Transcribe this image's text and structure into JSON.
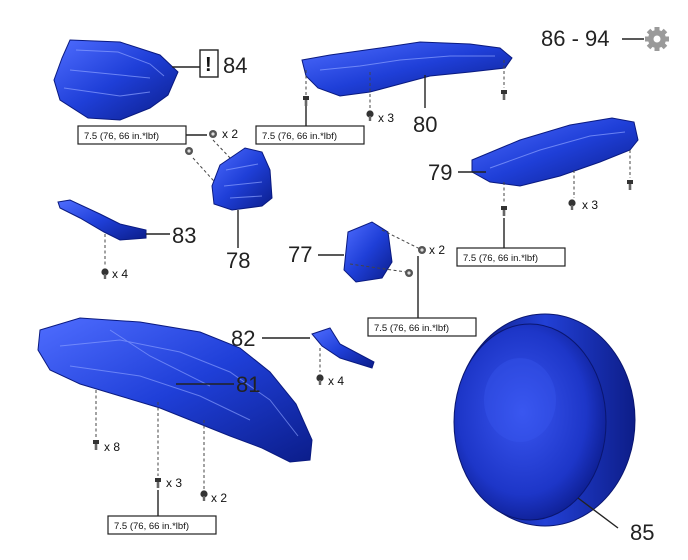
{
  "callouts": {
    "p77": "77",
    "p78": "78",
    "p79": "79",
    "p80": "80",
    "p81": "81",
    "p82": "82",
    "p83": "83",
    "p84": "84",
    "p85": "85",
    "p86_94": "86 - 94"
  },
  "torque_labels": {
    "t1": "7.5 (76, 66 in.*lbf)",
    "t2": "7.5 (76, 66 in.*lbf)",
    "t3": "7.5 (76, 66 in.*lbf)",
    "t4": "7.5 (76, 66 in.*lbf)",
    "t5": "7.5 (76, 66 in.*lbf)"
  },
  "quantities": {
    "q_x2_78": "x 2",
    "q_x3_80": "x 3",
    "q_x3_79": "x 3",
    "q_x2_77": "x 2",
    "q_x4_83": "x 4",
    "q_x4_82": "x 4",
    "q_x8_81": "x 8",
    "q_x3_81": "x 3",
    "q_x2_81": "x 2"
  },
  "warning_mark": "!",
  "icons": {
    "settings": "gear-icon",
    "warning": "caution-icon"
  },
  "colors": {
    "part_blue": "#1f3fd8",
    "part_dark": "#0b1d8a",
    "part_light": "#5a7cff",
    "gear_gray": "#9a9a9a"
  }
}
